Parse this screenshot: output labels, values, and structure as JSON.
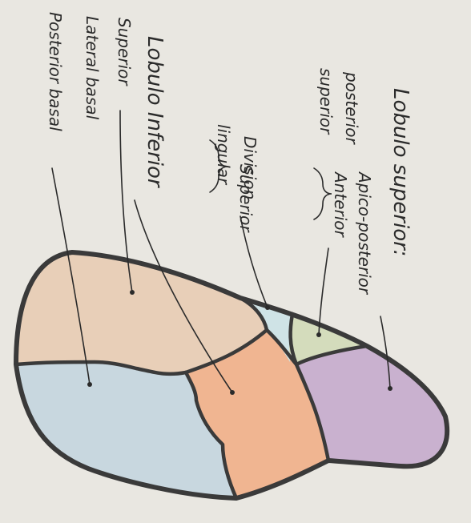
{
  "diagram": {
    "upper_lobe": {
      "title": "Lobulo superior:",
      "group_posterior": "posterior",
      "group_superior": "superior",
      "segment_apico_posterior": "Apico-posterior",
      "segment_anterior": "Anterior"
    },
    "lingula": {
      "group_division": "Division",
      "group_lingular": "lingular",
      "segment_superior": "Superior"
    },
    "lower_lobe": {
      "title": "Lobulo Inferior",
      "segment_superior": "Superior",
      "segment_lateral_basal": "Lateral basal",
      "segment_posterior_basal": "Posterior basal"
    },
    "colors": {
      "apico_posterior": "#c9b1cf",
      "anterior": "#d4dcbc",
      "lingula_superior": "#cfe3e6",
      "lower_superior": "#e8cfb8",
      "lateral_basal": "#f0b591",
      "posterior_basal": "#c8d7df",
      "outline": "#3a3a3a"
    }
  }
}
